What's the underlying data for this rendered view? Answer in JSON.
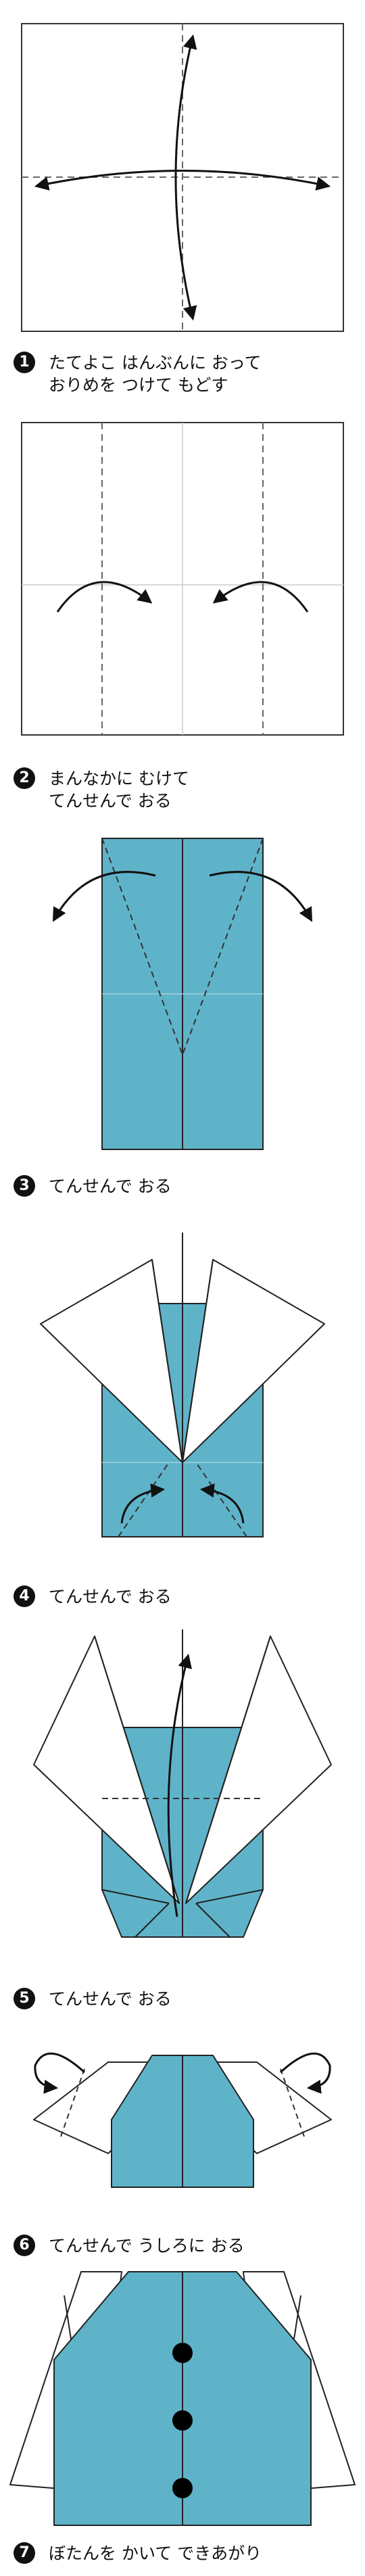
{
  "colors": {
    "paper_blue": "#5fb3c9",
    "line": "#111111",
    "guide": "#9fd0de"
  },
  "steps": [
    {
      "number": "1",
      "lines": [
        "たてよこ はんぶんに おって",
        "おりめを つけて もどす"
      ]
    },
    {
      "number": "2",
      "lines": [
        "まんなかに むけて",
        "てんせんで おる"
      ]
    },
    {
      "number": "3",
      "lines": [
        "てんせんで おる"
      ]
    },
    {
      "number": "4",
      "lines": [
        "てんせんで おる"
      ]
    },
    {
      "number": "5",
      "lines": [
        "てんせんで おる"
      ]
    },
    {
      "number": "6",
      "lines": [
        "てんせんで うしろに おる"
      ]
    },
    {
      "number": "7",
      "lines": [
        "ぼたんを かいて できあがり"
      ]
    }
  ]
}
